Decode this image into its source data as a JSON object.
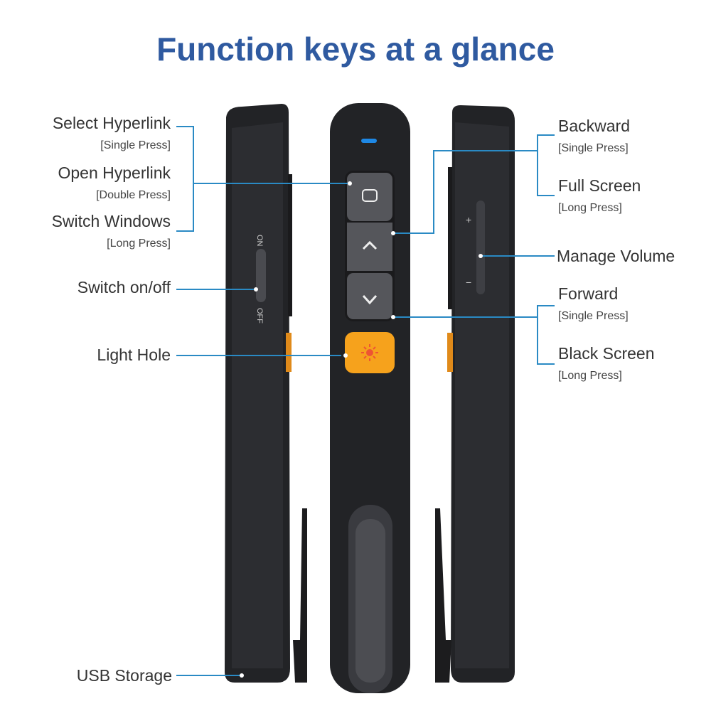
{
  "title": "Function keys at a glance",
  "left_labels": [
    {
      "name": "Select Hyperlink",
      "action": "[Single Press]"
    },
    {
      "name": "Open Hyperlink",
      "action": "[Double Press]"
    },
    {
      "name": "Switch Windows",
      "action": "[Long Press]"
    },
    {
      "name": "Switch on/off"
    },
    {
      "name": "Light Hole"
    },
    {
      "name": "USB Storage"
    }
  ],
  "right_labels": [
    {
      "name": "Backward",
      "action": "[Single Press]"
    },
    {
      "name": "Full Screen",
      "action": "[Long Press]"
    },
    {
      "name": "Manage Volume"
    },
    {
      "name": "Forward",
      "action": "[Single Press]"
    },
    {
      "name": "Black Screen",
      "action": "[Long Press]"
    }
  ],
  "switch_marks": {
    "on": "ON",
    "off": "OFF"
  },
  "volume_marks": {
    "plus": "+",
    "minus": "−"
  },
  "colors": {
    "title": "#2f5aa0",
    "leader": "#2a8ac4",
    "laser_button": "#f6a21c",
    "led": "#1e88e5"
  }
}
